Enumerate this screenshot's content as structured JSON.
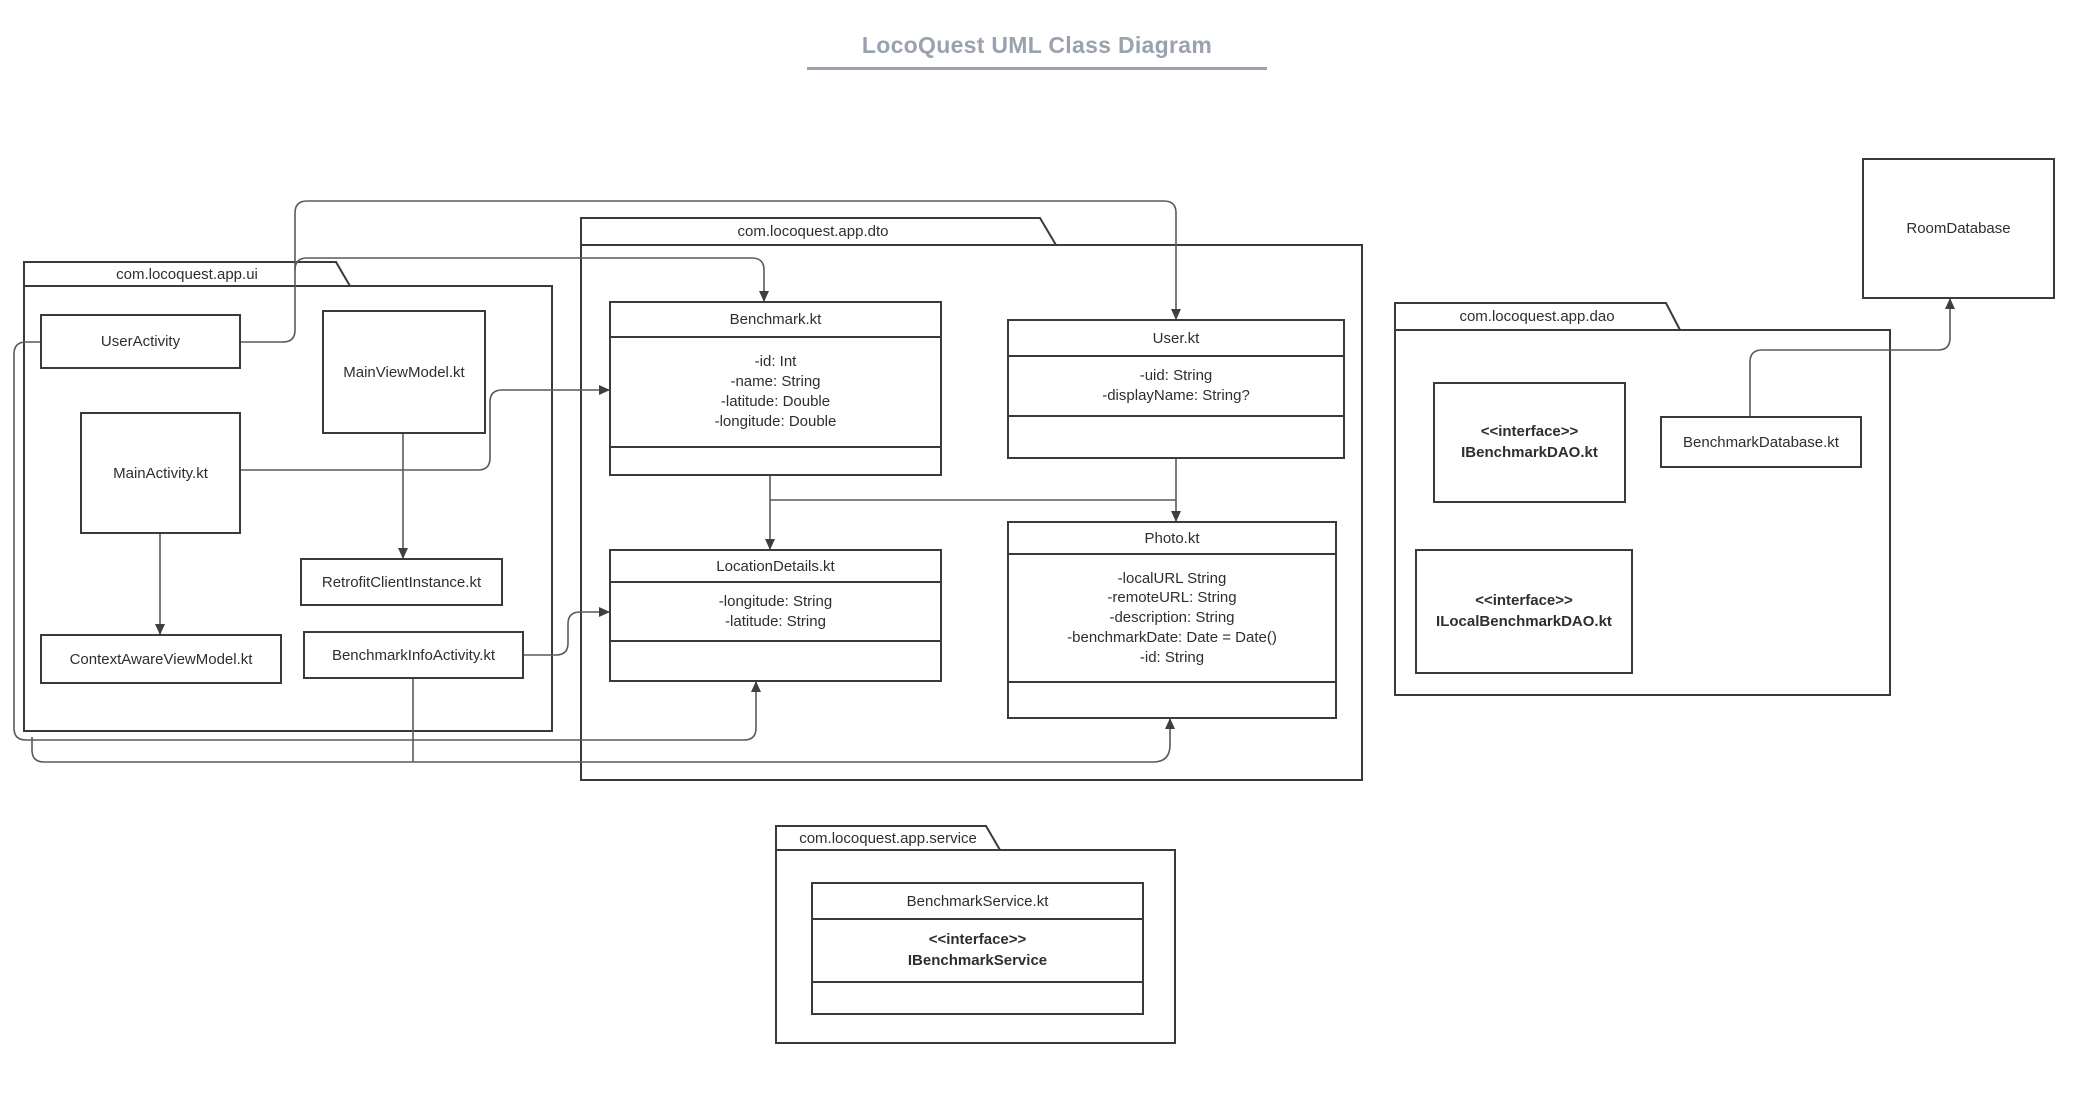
{
  "title": "LocoQuest UML Class Diagram",
  "colors": {
    "title_accent": "#9aa1af",
    "shape_border": "#3a3a3a",
    "connector": "#5a5a5a",
    "background": "#ffffff"
  },
  "packages": {
    "ui": {
      "label": "com.locoquest.app.ui"
    },
    "dto": {
      "label": "com.locoquest.app.dto"
    },
    "dao": {
      "label": "com.locoquest.app.dao"
    },
    "service": {
      "label": "com.locoquest.app.service"
    }
  },
  "classes": {
    "user_activity": {
      "name": "UserActivity"
    },
    "main_view_model": {
      "name": "MainViewModel.kt"
    },
    "main_activity": {
      "name": "MainActivity.kt"
    },
    "retrofit_client_instance": {
      "name": "RetrofitClientInstance.kt"
    },
    "context_aware_view_model": {
      "name": "ContextAwareViewModel.kt"
    },
    "benchmark_info_activity": {
      "name": "BenchmarkInfoActivity.kt"
    },
    "benchmark": {
      "name": "Benchmark.kt",
      "attrs": [
        "-id: Int",
        "-name: String",
        "-latitude: Double",
        "-longitude: Double"
      ]
    },
    "user": {
      "name": "User.kt",
      "attrs": [
        "-uid: String",
        "-displayName: String?"
      ]
    },
    "location_details": {
      "name": "LocationDetails.kt",
      "attrs": [
        "-longitude: String",
        "-latitude: String"
      ]
    },
    "photo": {
      "name": "Photo.kt",
      "attrs": [
        "-localURL String",
        "-remoteURL: String",
        "-description: String",
        "-benchmarkDate: Date = Date()",
        "-id: String"
      ]
    },
    "i_benchmark_dao": {
      "stereotype": "<<interface>>",
      "name": "IBenchmarkDAO.kt"
    },
    "benchmark_database": {
      "name": "BenchmarkDatabase.kt"
    },
    "i_local_benchmark_dao": {
      "stereotype": "<<interface>>",
      "name": "ILocalBenchmarkDAO.kt"
    },
    "benchmark_service": {
      "name": "BenchmarkService.kt",
      "stereotype": "<<interface>>",
      "interface_name": "IBenchmarkService"
    },
    "room_database": {
      "name": "RoomDatabase"
    }
  }
}
